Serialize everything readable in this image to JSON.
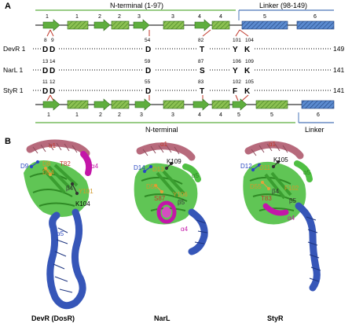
{
  "panel_a": {
    "label": "A",
    "header_nterm": "N-terminal (1-97)",
    "header_linker": "Linker (98-149)",
    "footer_nterm": "N-terminal",
    "footer_linker": "Linker",
    "top_ss_labels": [
      "1",
      "1",
      "2",
      "3",
      "2",
      "3",
      "4",
      "4",
      "5",
      "6"
    ],
    "bottom_ss_labels": [
      "1",
      "1",
      "2",
      "2",
      "3",
      "3",
      "4",
      "4",
      "5",
      "5",
      "6"
    ],
    "rows": [
      {
        "name": "DevR 1",
        "pos1": "8",
        "pos2": "9",
        "res1": "D",
        "res2": "D",
        "p3": "54",
        "r3": "D",
        "p4": "82",
        "r4": "T",
        "p5": "101",
        "p6": "104",
        "r5": "Y",
        "r6": "K",
        "length": "149"
      },
      {
        "name": "NarL 1",
        "pos1": "13",
        "pos2": "14",
        "res1": "D",
        "res2": "D",
        "p3": "59",
        "r3": "D",
        "p4": "87",
        "r4": "S",
        "p5": "106",
        "p6": "109",
        "r5": "Y",
        "r6": "K",
        "length": "141"
      },
      {
        "name": "StyR 1",
        "pos1": "11",
        "pos2": "12",
        "res1": "D",
        "res2": "D",
        "p3": "55",
        "r3": "D",
        "p4": "83",
        "r4": "T",
        "p5": "102",
        "p6": "105",
        "r5": "F",
        "r6": "K",
        "length": "141"
      }
    ]
  },
  "panel_b": {
    "label": "B",
    "captions": [
      "DevR (DosR)",
      "NarL",
      "StyR"
    ],
    "devr_labels": {
      "a1": "α1",
      "a4": "α4",
      "a5": "α5",
      "b4": "β4",
      "d9": "D9",
      "d8": "D8",
      "t82": "T82",
      "d54": "D54",
      "y101": "Y101",
      "k104": "K104"
    },
    "narl_labels": {
      "a1": "α1",
      "a5": "α5",
      "a4": "α4",
      "b5": "β5",
      "d14": "D14",
      "d13": "D13",
      "k109": "K109",
      "d59": "D59",
      "y106": "Y106",
      "s87": "S87"
    },
    "styr_labels": {
      "a1": "α1",
      "a5": "α5",
      "a4": "α4",
      "b4": "β4",
      "b5": "β5",
      "d12": "D12",
      "d11": "D11",
      "k105": "K105",
      "d55": "D55",
      "t83": "T83",
      "f102": "F102"
    }
  },
  "colors": {
    "helix_green": "#76b041",
    "helix_blue": "#3a6bb5",
    "strand_green": "#5fae3e",
    "line_green": "#5cae3d",
    "line_blue": "#4a74b8",
    "red_mark": "#c0392b",
    "pink": "#b76a7c",
    "magenta": "#c316a8",
    "cartoon_green": "#4fbf43",
    "cartoon_blue": "#3656b8"
  }
}
